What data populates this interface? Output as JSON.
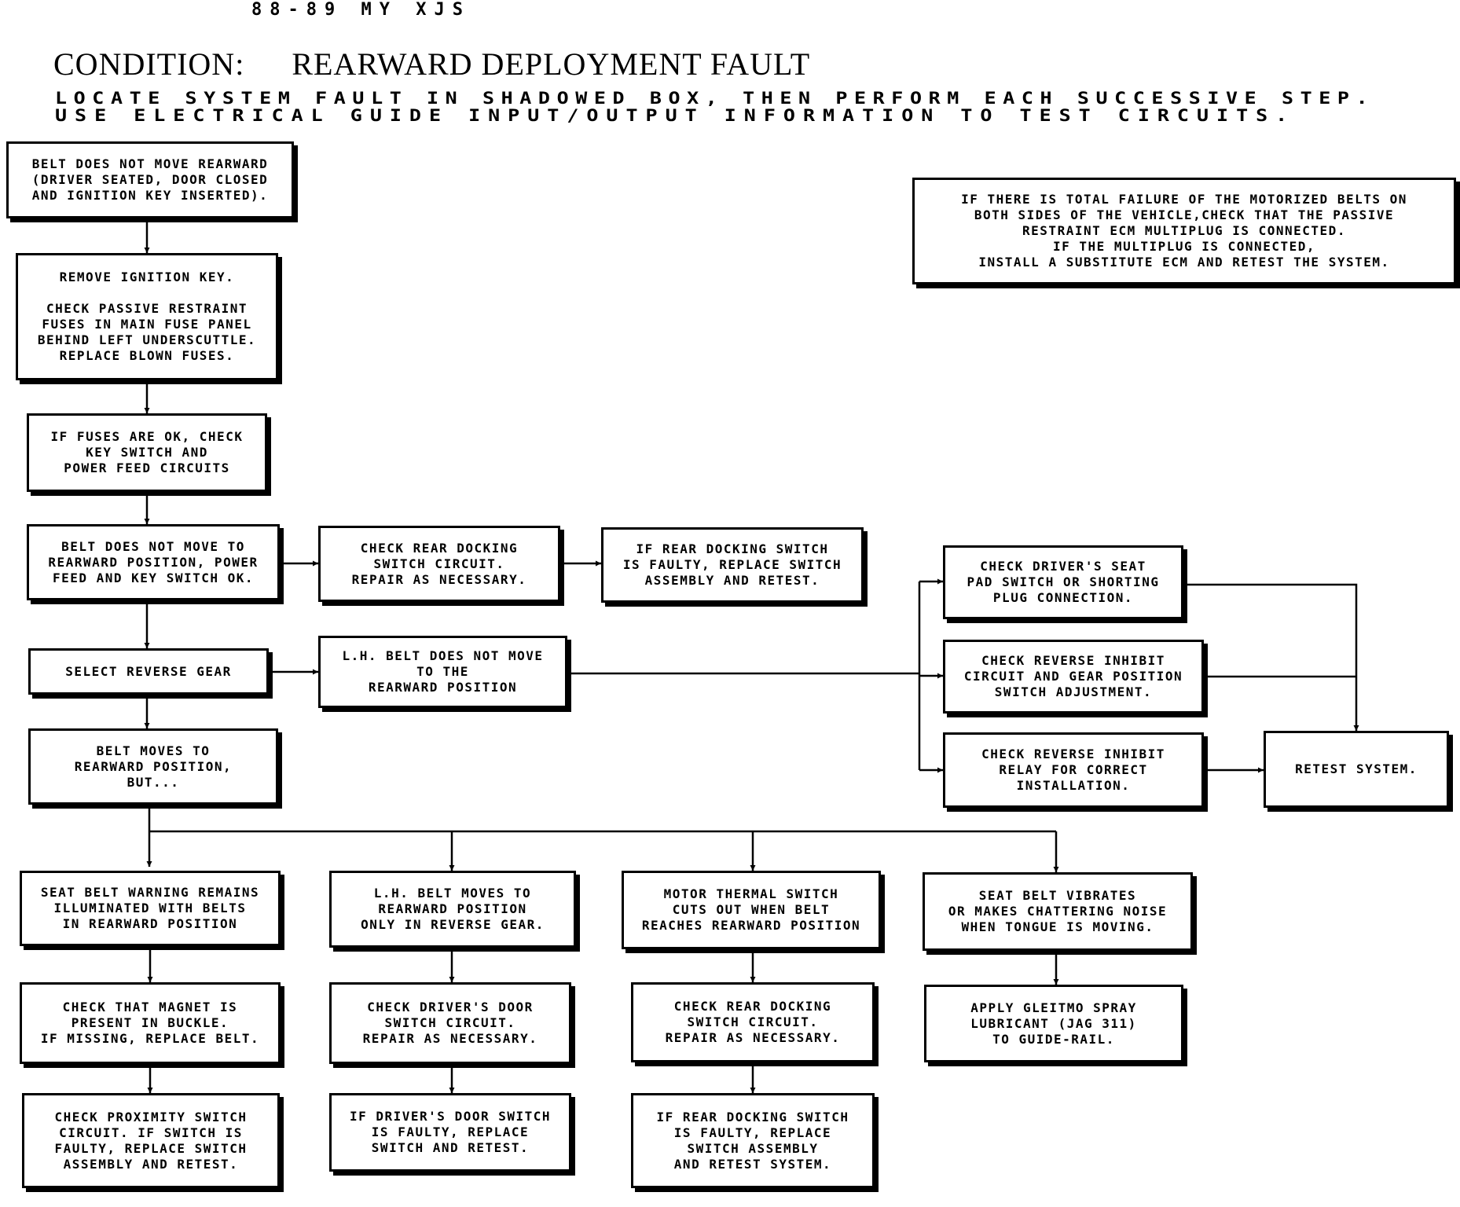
{
  "header": {
    "model": "88-89 MY XJS",
    "condition_label": "CONDITION:",
    "condition_value": "REARWARD DEPLOYMENT FAULT",
    "instruction_line1": "LOCATE SYSTEM FAULT IN SHADOWED BOX, THEN PERFORM EACH SUCCESSIVE STEP.",
    "instruction_line2": "USE ELECTRICAL GUIDE INPUT/OUTPUT INFORMATION TO TEST CIRCUITS."
  },
  "boxes": {
    "start": "BELT DOES NOT MOVE REARWARD\n(DRIVER SEATED, DOOR CLOSED\nAND IGNITION KEY INSERTED).",
    "remove_key": "REMOVE IGNITION KEY.\n\nCHECK PASSIVE RESTRAINT\nFUSES IN MAIN FUSE PANEL\nBEHIND LEFT UNDERSCUTTLE.\nREPLACE BLOWN FUSES.",
    "fuses_ok": "IF FUSES ARE OK, CHECK\nKEY SWITCH AND\nPOWER FEED CIRCUITS",
    "not_move": "BELT DOES NOT MOVE TO\nREARWARD POSITION, POWER\nFEED AND KEY SWITCH OK.",
    "rear_dock_check": "CHECK REAR DOCKING\nSWITCH CIRCUIT.\nREPAIR AS NECESSARY.",
    "rear_dock_faulty": "IF REAR DOCKING SWITCH\nIS FAULTY, REPLACE SWITCH\nASSEMBLY AND RETEST.",
    "select_reverse": "SELECT REVERSE GEAR",
    "lh_not_move": "L.H. BELT DOES NOT MOVE\nTO THE\nREARWARD POSITION",
    "total_failure": "IF THERE IS TOTAL FAILURE OF THE MOTORIZED BELTS ON\nBOTH SIDES OF THE VEHICLE,CHECK THAT THE PASSIVE\nRESTRAINT ECM MULTIPLUG IS CONNECTED.\nIF THE MULTIPLUG IS CONNECTED,\nINSTALL A SUBSTITUTE ECM AND RETEST THE SYSTEM.",
    "seat_pad": "CHECK DRIVER'S SEAT\nPAD SWITCH OR SHORTING\nPLUG CONNECTION.",
    "rev_inhibit_circuit": "CHECK REVERSE INHIBIT\nCIRCUIT AND GEAR POSITION\nSWITCH ADJUSTMENT.",
    "rev_inhibit_relay": "CHECK REVERSE INHIBIT\nRELAY FOR CORRECT\nINSTALLATION.",
    "retest": "RETEST SYSTEM.",
    "belt_moves": "BELT MOVES TO\nREARWARD POSITION,\nBUT...",
    "warning_remains": "SEAT BELT WARNING REMAINS\nILLUMINATED WITH BELTS\nIN REARWARD POSITION",
    "lh_reverse_only": "L.H. BELT MOVES TO\nREARWARD POSITION\nONLY IN REVERSE GEAR.",
    "thermal": "MOTOR THERMAL SWITCH\nCUTS OUT WHEN BELT\nREACHES REARWARD POSITION",
    "vibrates": "SEAT BELT VIBRATES\nOR MAKES CHATTERING NOISE\nWHEN TONGUE IS MOVING.",
    "magnet": "CHECK THAT MAGNET IS\nPRESENT IN BUCKLE.\nIF MISSING, REPLACE BELT.",
    "door_switch": "CHECK DRIVER'S DOOR\nSWITCH CIRCUIT.\nREPAIR AS NECESSARY.",
    "rear_dock_check2": "CHECK REAR DOCKING\nSWITCH CIRCUIT.\nREPAIR AS NECESSARY.",
    "gleitmo": "APPLY GLEITMO SPRAY\nLUBRICANT (JAG 311)\nTO GUIDE-RAIL.",
    "proximity": "CHECK PROXIMITY SWITCH\nCIRCUIT.  IF SWITCH IS\nFAULTY, REPLACE SWITCH\nASSEMBLY AND RETEST.",
    "door_faulty": "IF DRIVER'S DOOR SWITCH\nIS FAULTY, REPLACE\nSWITCH AND RETEST.",
    "rear_dock_faulty2": "IF REAR DOCKING SWITCH\nIS FAULTY, REPLACE\nSWITCH ASSEMBLY\nAND RETEST SYSTEM."
  }
}
